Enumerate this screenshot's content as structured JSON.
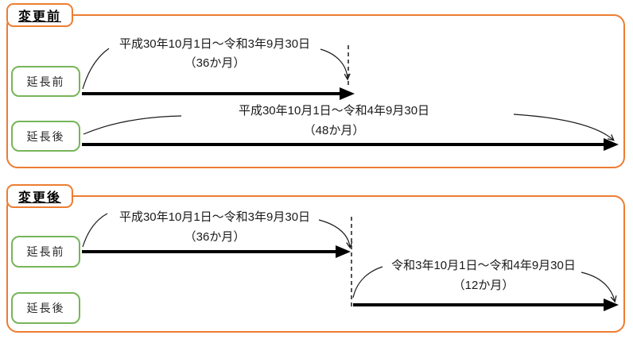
{
  "sections": [
    {
      "title": "変更前",
      "rows": [
        {
          "label": "延長前",
          "period": "平成30年10月1日～令和3年9月30日",
          "duration": "（36か月）"
        },
        {
          "label": "延長後",
          "period": "平成30年10月1日～令和4年9月30日",
          "duration": "（48か月）"
        }
      ]
    },
    {
      "title": "変更後",
      "rows": [
        {
          "label": "延長前",
          "period": "平成30年10月1日～令和3年9月30日",
          "duration": "（36か月）"
        },
        {
          "label": "延長後",
          "period": "令和3年10月1日～令和4年9月30日",
          "duration": "（12か月）"
        }
      ]
    }
  ],
  "colors": {
    "panel_border": "#ED7D31",
    "label_border": "#77B55A",
    "arrow": "#000000"
  }
}
